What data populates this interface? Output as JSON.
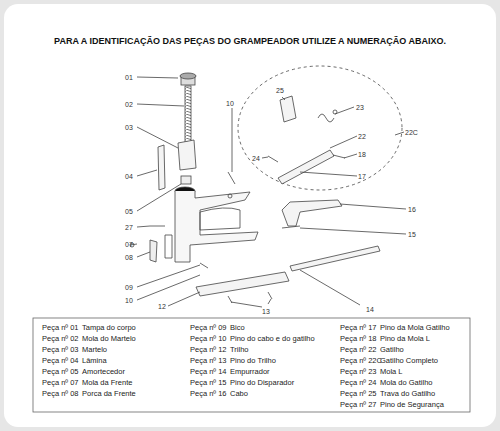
{
  "diagram": {
    "title": "PARA A IDENTIFICAÇÃO DAS PEÇAS DO GRAMPEADOR UTILIZE A NUMERAÇÃO ABAIXO.",
    "labels": [
      "01",
      "02",
      "03",
      "10",
      "04",
      "25",
      "23",
      "22C",
      "22",
      "18",
      "24",
      "17",
      "05",
      "16",
      "27",
      "15",
      "07",
      "08",
      "09",
      "10",
      "14",
      "12",
      "13",
      "Peça nº 01",
      "Tampa do corpo",
      "Peça nº 02",
      "Mola do Martelo",
      "Peça nº 03",
      "Martelo",
      "Peça nº 04",
      "Lâmina",
      "Peça nº 05",
      "Amortecedor",
      "Peça nº 07",
      "Mola da Frente",
      "Peça nº 08",
      "Porca da Frente",
      "Peça nº 09",
      "Bico",
      "Peça nº 10",
      "Pino do cabo e do gatilho",
      "Peça nº 12",
      "Trilho",
      "Peça nº 13",
      "Pino do Trilho",
      "Peça nº 14",
      "Empurrador",
      "Peça nº 15",
      "Pino do Disparador",
      "Peça nº 16",
      "Cabo",
      "Peça nº 17",
      "Pino da Mola Gatilho",
      "Peça nº 18",
      "Pino da Mola L",
      "Peça nº 22",
      "Gatilho",
      "Peça nº 22C",
      "Gatilho Completo",
      "Peça nº 23",
      "Mola L",
      "Peça nº 24",
      "Mola do Gatilho",
      "Peça nº 25",
      "Trava do Gatilho",
      "Peça nº 27",
      "Pino de Segurança"
    ]
  }
}
